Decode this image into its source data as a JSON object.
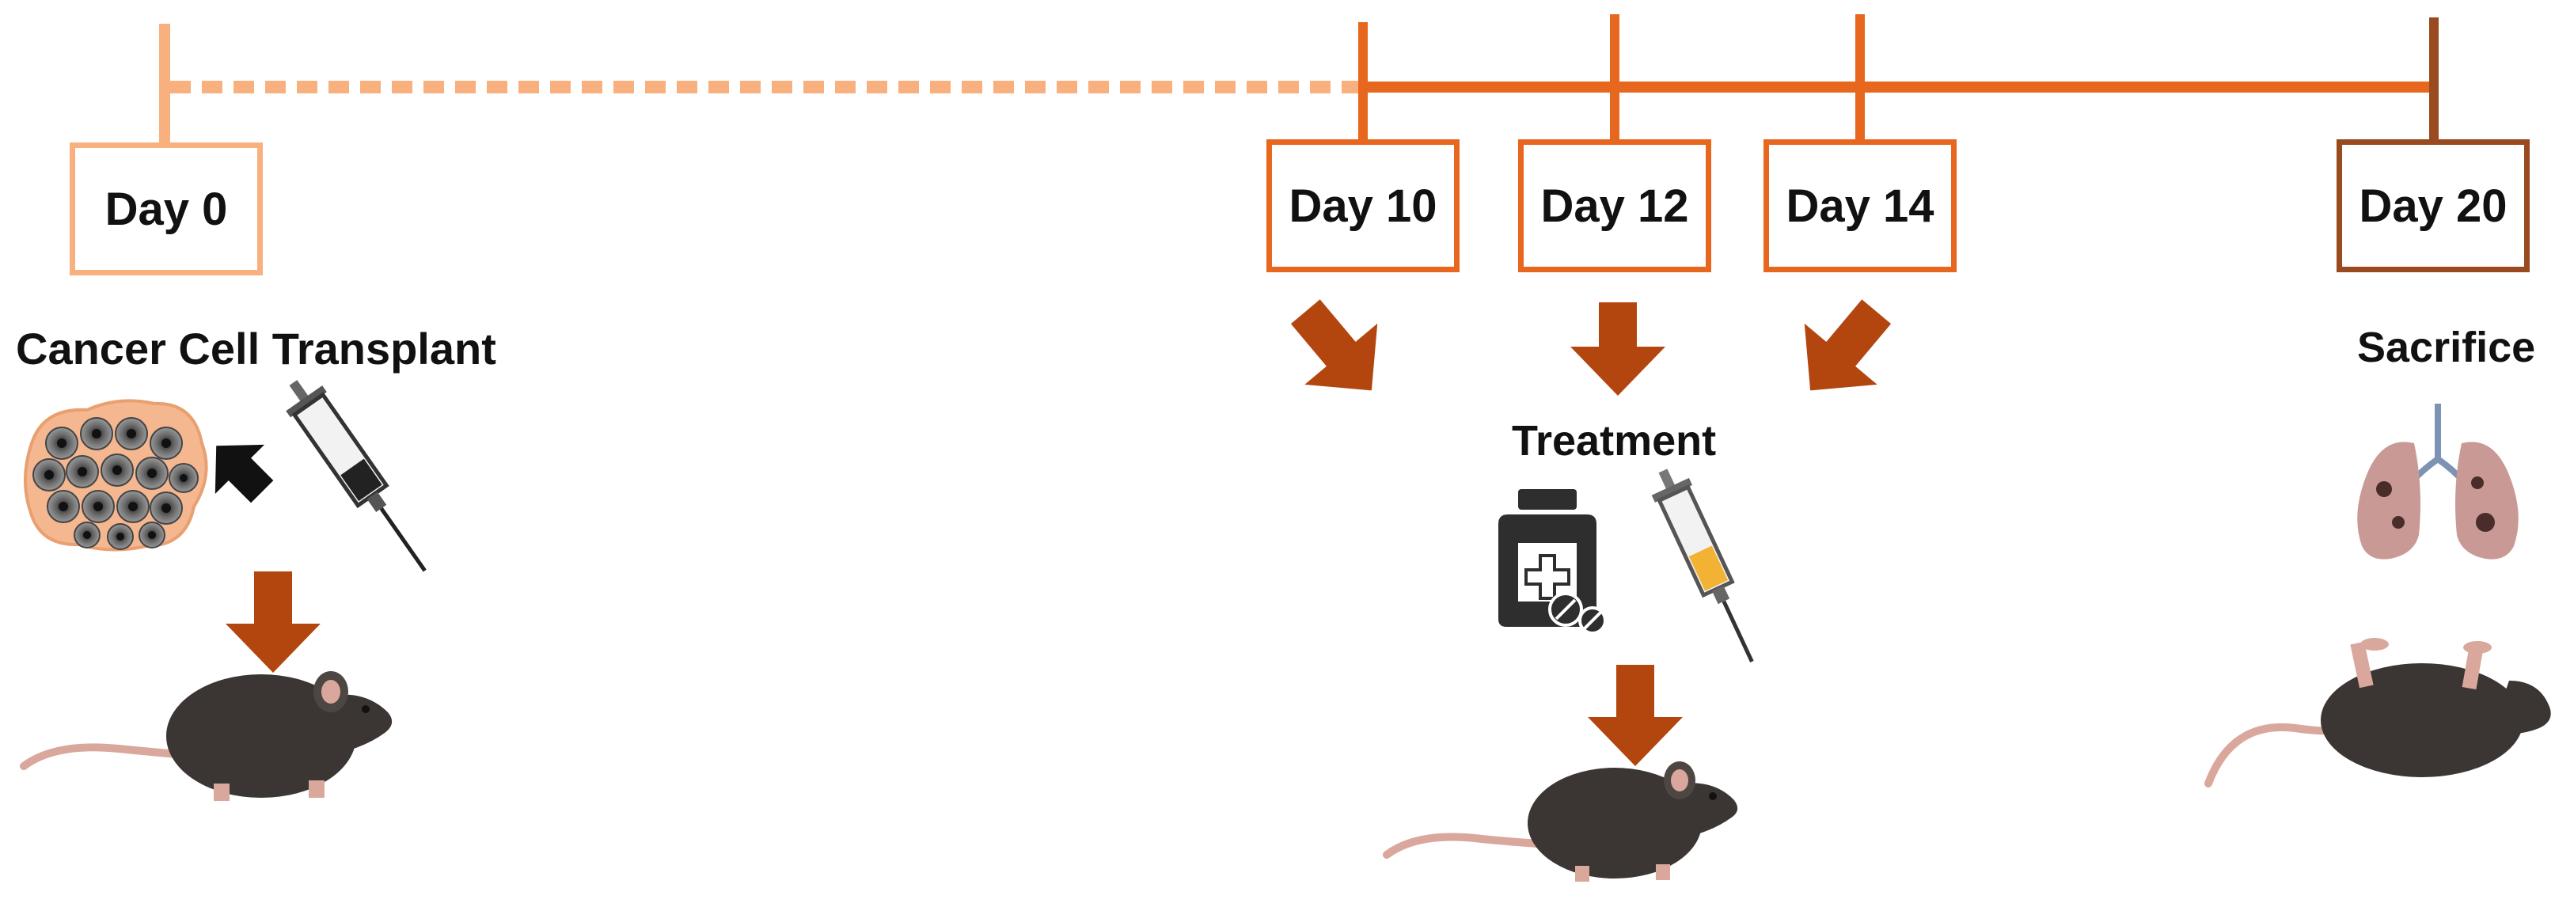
{
  "colors": {
    "early": "#f9b07f",
    "mid": "#e8671e",
    "late": "#9a4a1f",
    "arrow": "#b3460f",
    "black_arrow": "#111111",
    "mouse": "#3b3633",
    "tail": "#d9a79c",
    "cell": "#f4b790",
    "lung": "#c99a95"
  },
  "timeline": {
    "events": [
      {
        "day": "Day 0",
        "phase": "early"
      },
      {
        "day": "Day 10",
        "phase": "mid"
      },
      {
        "day": "Day 12",
        "phase": "mid"
      },
      {
        "day": "Day 14",
        "phase": "mid"
      },
      {
        "day": "Day 20",
        "phase": "late"
      }
    ]
  },
  "stages": {
    "transplant": {
      "label": "Cancer Cell Transplant",
      "icons": [
        "cancer-cells-icon",
        "syringe-icon",
        "mouse-icon"
      ]
    },
    "treatment": {
      "label": "Treatment",
      "icons": [
        "medicine-bottle-icon",
        "syringe-icon",
        "mouse-icon"
      ]
    },
    "sacrifice": {
      "label": "Sacrifice",
      "icons": [
        "lungs-icon",
        "dead-mouse-icon"
      ]
    }
  }
}
